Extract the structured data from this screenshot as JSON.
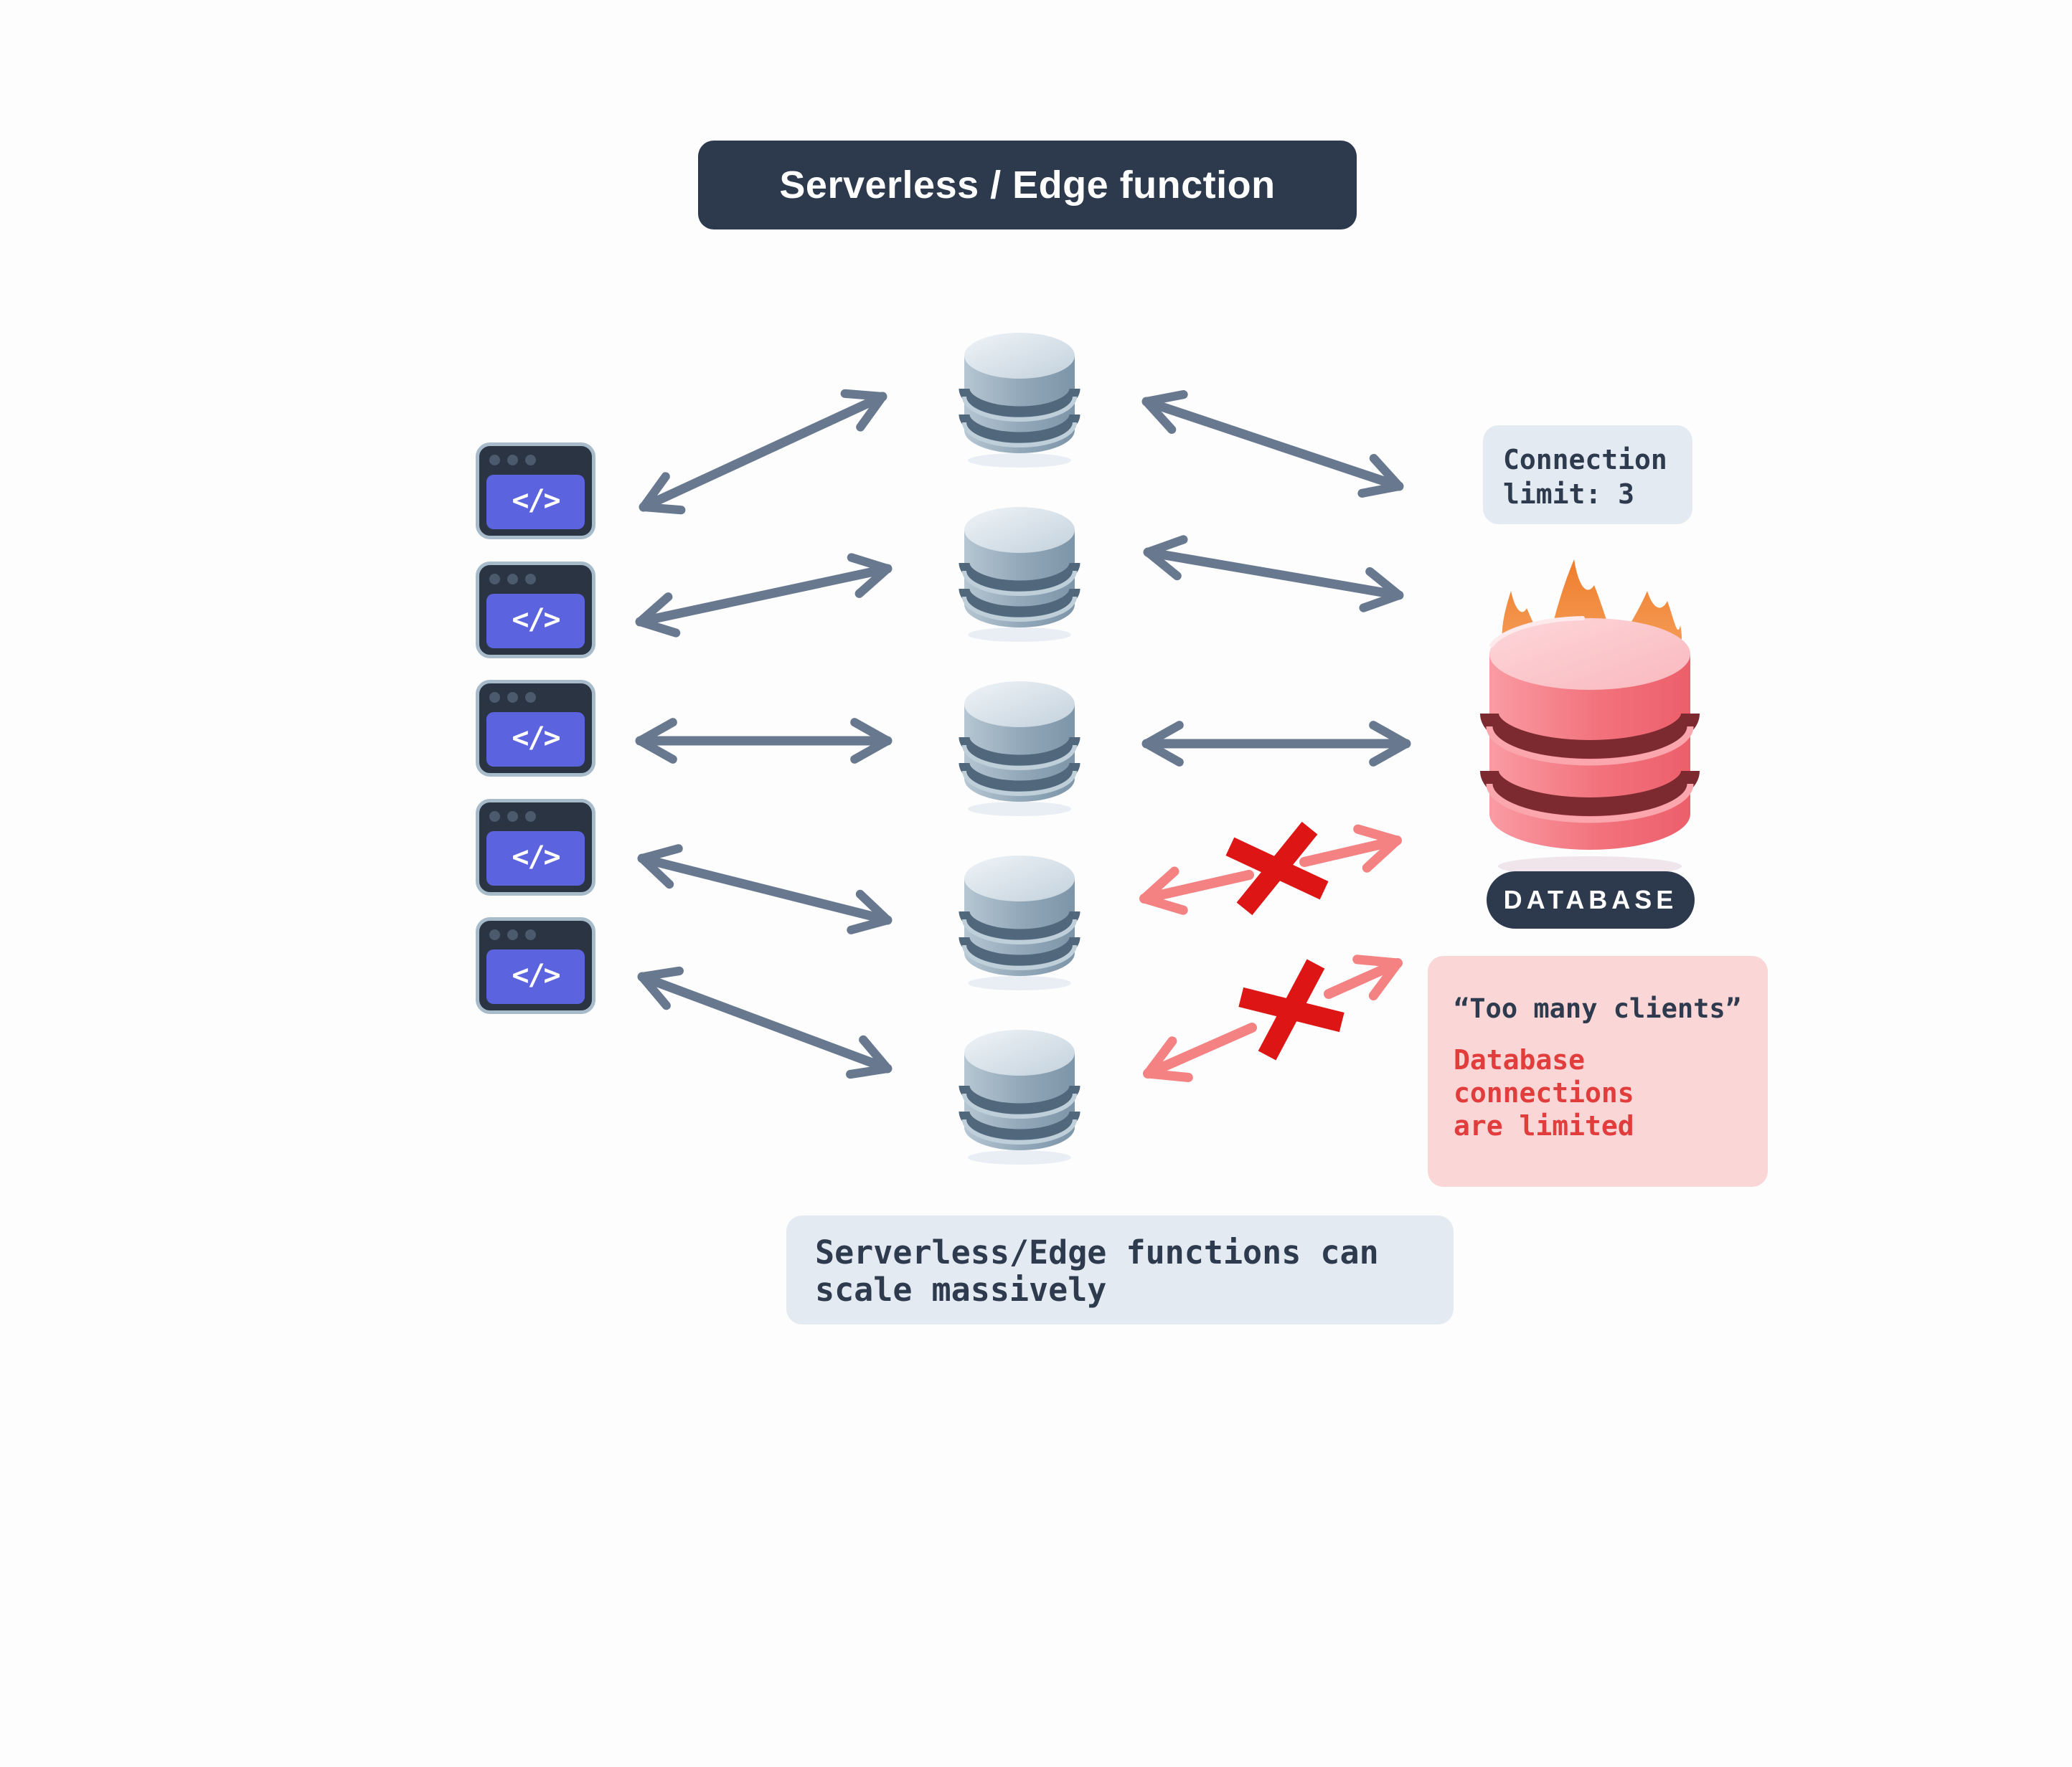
{
  "title": "Serverless / Edge function",
  "code_glyph": "</>",
  "function_clients": {
    "count": 5,
    "icon": "code-window-icon",
    "accent_color": "#5b63de"
  },
  "connection_poolers": {
    "count": 5,
    "icon": "database-cylinder-icon"
  },
  "connection_limit": {
    "line1": "Connection",
    "line2": "limit: 3"
  },
  "database": {
    "label": "DATABASE",
    "icon": "database-on-fire-icon",
    "status": "overloaded"
  },
  "error": {
    "quote": "“Too many clients”",
    "line1": "Database",
    "line2": "connections",
    "line3": "are limited"
  },
  "caption": {
    "line1": "Serverless/Edge functions can",
    "line2": "scale massively"
  },
  "connections": {
    "functions_to_poolers": [
      {
        "from": "function-1",
        "to": "pooler-1",
        "status": "active"
      },
      {
        "from": "function-2",
        "to": "pooler-2",
        "status": "active"
      },
      {
        "from": "function-3",
        "to": "pooler-3",
        "status": "active"
      },
      {
        "from": "function-4",
        "to": "pooler-4",
        "status": "active"
      },
      {
        "from": "function-5",
        "to": "pooler-5",
        "status": "active"
      }
    ],
    "poolers_to_database": [
      {
        "from": "pooler-1",
        "to": "database",
        "status": "connected"
      },
      {
        "from": "pooler-2",
        "to": "database",
        "status": "connected"
      },
      {
        "from": "pooler-3",
        "to": "database",
        "status": "connected"
      },
      {
        "from": "pooler-4",
        "to": "database",
        "status": "blocked"
      },
      {
        "from": "pooler-5",
        "to": "database",
        "status": "blocked"
      }
    ]
  },
  "colors": {
    "badge_bg": "#2d3a4e",
    "note_bg": "#e4eaf1",
    "error_bg": "#fbd6d6",
    "error_text": "#e23d3d",
    "text_dark": "#2e3a4d",
    "arrow_gray": "#68798f",
    "arrow_blocked": "#f48282",
    "blocked_x": "#dd1515",
    "function_accent": "#5b63de",
    "fire_orange": "#ef7d2c",
    "database_red": "#f3737c"
  }
}
